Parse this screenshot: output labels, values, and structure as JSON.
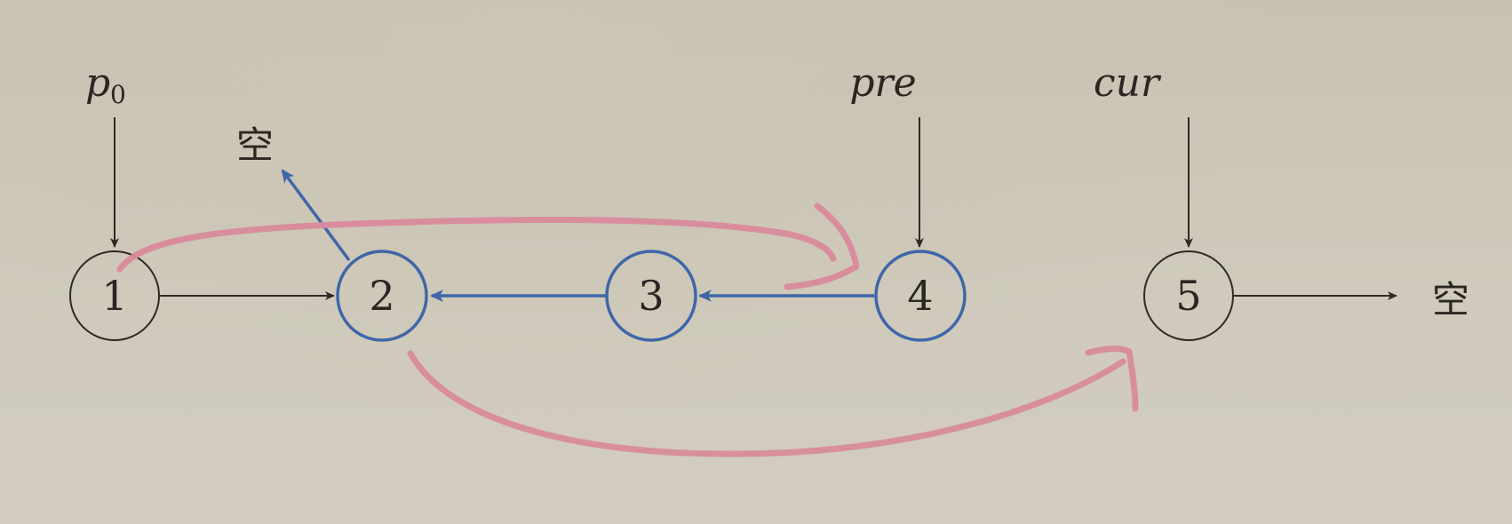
{
  "diagram": {
    "nodes": [
      {
        "id": "n1",
        "label": "1",
        "color": "#2f2a25"
      },
      {
        "id": "n2",
        "label": "2",
        "color": "#3f66a8"
      },
      {
        "id": "n3",
        "label": "3",
        "color": "#3f66a8"
      },
      {
        "id": "n4",
        "label": "4",
        "color": "#3f66a8"
      },
      {
        "id": "n5",
        "label": "5",
        "color": "#2f2a25"
      }
    ],
    "pointers": {
      "p0_main": "p",
      "p0_sub": "0",
      "pre": "pre",
      "cur": "cur"
    },
    "null_labels": {
      "upper_left": "空",
      "right": "空"
    },
    "colors": {
      "black_edge": "#2f2a25",
      "blue_edge": "#3f66a8",
      "pink_annotation": "#d98a9a",
      "background": "#cdc7b8"
    }
  }
}
